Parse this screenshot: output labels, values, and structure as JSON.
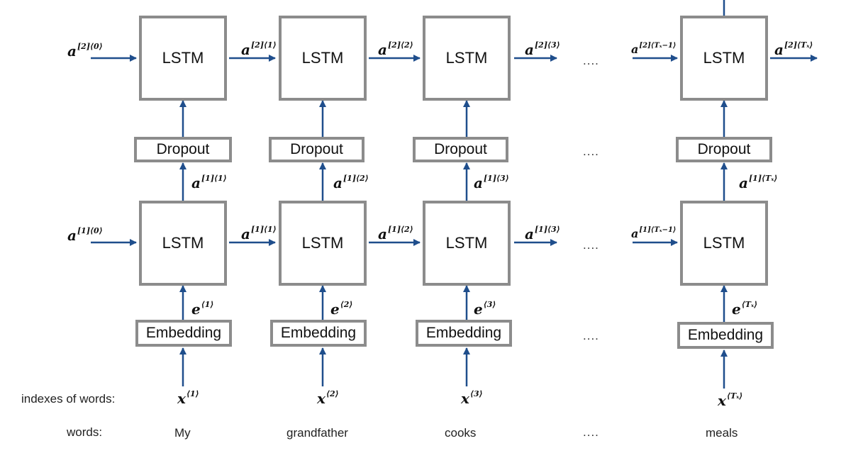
{
  "boxes": {
    "lstm": "LSTM",
    "dropout": "Dropout",
    "embedding": "Embedding"
  },
  "ellipsis": "....",
  "row_labels": {
    "indexes": "indexes of words:",
    "words": "words:"
  },
  "words": [
    "My",
    "grandfather",
    "cooks",
    "meals"
  ],
  "symbols": {
    "a": "a",
    "e": "e",
    "x": "x",
    "l2_init": "[2]⟨0⟩",
    "l1_init": "[1]⟨0⟩",
    "l2_h": [
      "[2]⟨1⟩",
      "[2]⟨2⟩",
      "[2]⟨3⟩"
    ],
    "l1_h": [
      "[1]⟨1⟩",
      "[1]⟨2⟩",
      "[1]⟨3⟩"
    ],
    "l1_up": [
      "[1]⟨1⟩",
      "[1]⟨2⟩",
      "[1]⟨3⟩",
      "[1]⟨Tₓ⟩"
    ],
    "e_sup": [
      "⟨1⟩",
      "⟨2⟩",
      "⟨3⟩",
      "⟨Tₓ⟩"
    ],
    "x_sup": [
      "⟨1⟩",
      "⟨2⟩",
      "⟨3⟩",
      "⟨Tₓ⟩"
    ],
    "l2_prev": "[2]⟨Tₓ−1⟩",
    "l2_last": "[2]⟨Tₓ⟩",
    "l1_prev": "[1]⟨Tₓ−1⟩"
  },
  "colors": {
    "arrow": "#1f4e8c",
    "box_border": "#8c8c8c"
  }
}
